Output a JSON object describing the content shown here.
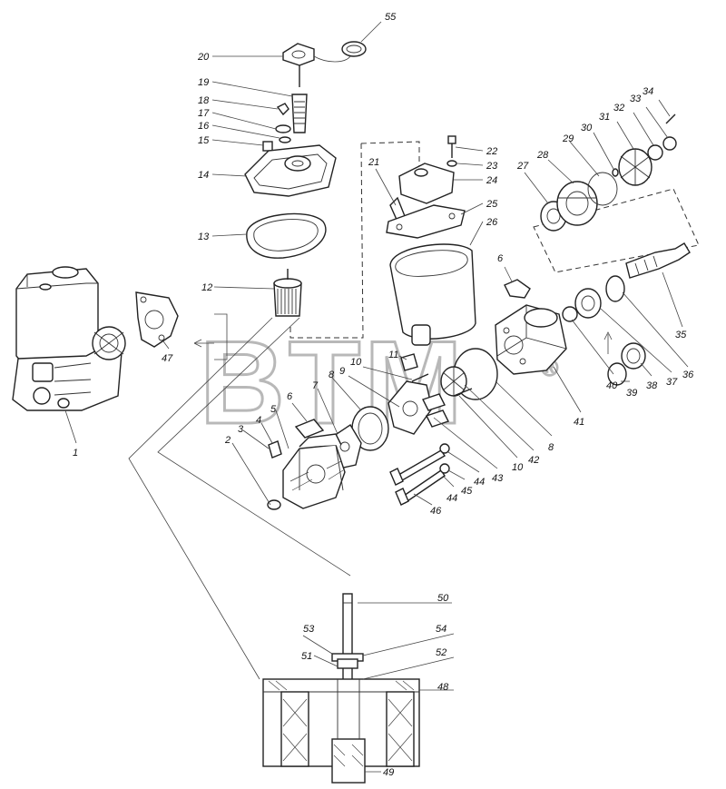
{
  "watermark": {
    "text": "BTM",
    "registered": "®"
  },
  "callouts": [
    {
      "id": "55",
      "label": "55"
    },
    {
      "id": "20",
      "label": "20"
    },
    {
      "id": "19",
      "label": "19"
    },
    {
      "id": "18",
      "label": "18"
    },
    {
      "id": "17",
      "label": "17"
    },
    {
      "id": "16",
      "label": "16"
    },
    {
      "id": "15",
      "label": "15"
    },
    {
      "id": "14",
      "label": "14"
    },
    {
      "id": "13",
      "label": "13"
    },
    {
      "id": "12",
      "label": "12"
    },
    {
      "id": "47",
      "label": "47"
    },
    {
      "id": "1",
      "label": "1"
    },
    {
      "id": "22",
      "label": "22"
    },
    {
      "id": "23",
      "label": "23"
    },
    {
      "id": "24",
      "label": "24"
    },
    {
      "id": "21",
      "label": "21"
    },
    {
      "id": "25",
      "label": "25"
    },
    {
      "id": "26",
      "label": "26"
    },
    {
      "id": "34",
      "label": "34"
    },
    {
      "id": "33",
      "label": "33"
    },
    {
      "id": "32",
      "label": "32"
    },
    {
      "id": "31",
      "label": "31"
    },
    {
      "id": "30",
      "label": "30"
    },
    {
      "id": "29",
      "label": "29"
    },
    {
      "id": "28",
      "label": "28"
    },
    {
      "id": "27",
      "label": "27"
    },
    {
      "id": "6a",
      "label": "6"
    },
    {
      "id": "35",
      "label": "35"
    },
    {
      "id": "36",
      "label": "36"
    },
    {
      "id": "37",
      "label": "37"
    },
    {
      "id": "38",
      "label": "38"
    },
    {
      "id": "39",
      "label": "39"
    },
    {
      "id": "40",
      "label": "40"
    },
    {
      "id": "41",
      "label": "41"
    },
    {
      "id": "8a",
      "label": "8"
    },
    {
      "id": "42",
      "label": "42"
    },
    {
      "id": "10a",
      "label": "10"
    },
    {
      "id": "43",
      "label": "43"
    },
    {
      "id": "44a",
      "label": "44"
    },
    {
      "id": "45",
      "label": "45"
    },
    {
      "id": "44b",
      "label": "44"
    },
    {
      "id": "46",
      "label": "46"
    },
    {
      "id": "11",
      "label": "11"
    },
    {
      "id": "10b",
      "label": "10"
    },
    {
      "id": "9",
      "label": "9"
    },
    {
      "id": "8b",
      "label": "8"
    },
    {
      "id": "7",
      "label": "7"
    },
    {
      "id": "6b",
      "label": "6"
    },
    {
      "id": "5",
      "label": "5"
    },
    {
      "id": "4",
      "label": "4"
    },
    {
      "id": "3",
      "label": "3"
    },
    {
      "id": "2",
      "label": "2"
    },
    {
      "id": "50",
      "label": "50"
    },
    {
      "id": "53",
      "label": "53"
    },
    {
      "id": "54",
      "label": "54"
    },
    {
      "id": "51",
      "label": "51"
    },
    {
      "id": "52",
      "label": "52"
    },
    {
      "id": "48",
      "label": "48"
    },
    {
      "id": "49",
      "label": "49"
    }
  ]
}
